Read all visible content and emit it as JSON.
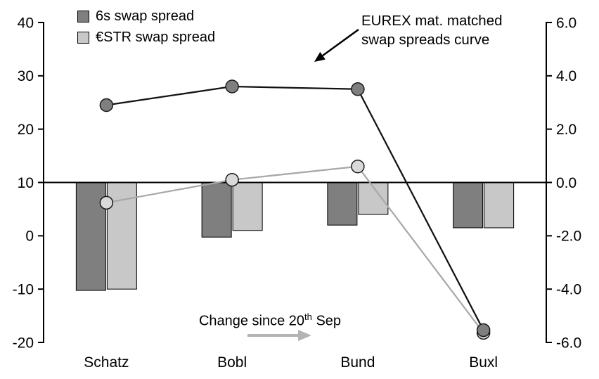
{
  "legend": {
    "items": [
      {
        "label": "6s swap spread",
        "color": "#7f7f7f"
      },
      {
        "label": "€STR swap spread",
        "color": "#c8c8c8"
      }
    ]
  },
  "annotations": {
    "curve_note": {
      "line1": "EUREX mat. matched",
      "line2": "swap spreads curve"
    },
    "change_note": {
      "prefix": "Change since 20",
      "sup": "th",
      "suffix": " Sep"
    }
  },
  "chart_data": {
    "type": "combo",
    "title": "",
    "categories": [
      "Schatz",
      "Bobl",
      "Bund",
      "Buxl"
    ],
    "left_axis": {
      "min": -20,
      "max": 40,
      "tick_values": [
        40,
        30,
        20,
        10,
        0,
        -10,
        -20
      ],
      "tick_labels": [
        "40",
        "30",
        "20",
        "10",
        "0",
        "-10",
        "-20"
      ]
    },
    "right_axis": {
      "min": -6,
      "max": 6,
      "tick_values": [
        6,
        4,
        2,
        0,
        -2,
        -4,
        -6
      ],
      "tick_labels": [
        "6.0",
        "4.0",
        "2.0",
        "0.0",
        "-2.0",
        "-4.0",
        "-6.0"
      ]
    },
    "baseline": {
      "left_value": 10,
      "right_value": 0
    },
    "bar_series": [
      {
        "name": "6s swap spread change since 20 Sep",
        "axis": "right",
        "color": "#7f7f7f",
        "values": [
          -4.05,
          -2.05,
          -1.6,
          -1.7
        ]
      },
      {
        "name": "€STR swap spread change since 20 Sep",
        "axis": "right",
        "color": "#c8c8c8",
        "values": [
          -4.0,
          -1.8,
          -1.2,
          -1.7
        ]
      }
    ],
    "line_series": [
      {
        "name": "6s swap spread",
        "axis": "left",
        "color": "#111111",
        "marker_fill": "#7f7f7f",
        "values": [
          24.5,
          28,
          27.5,
          -17.7
        ]
      },
      {
        "name": "€STR swap spread",
        "axis": "left",
        "color": "#a8a8a8",
        "marker_fill": "#d9d9d9",
        "values": [
          6.2,
          10.5,
          13,
          -18.2
        ]
      }
    ],
    "legend_position": "top-left",
    "grid": false
  },
  "colors": {
    "axis": "#000000",
    "curve_arrow": "#000000",
    "change_arrow": "#b3b3b3"
  }
}
